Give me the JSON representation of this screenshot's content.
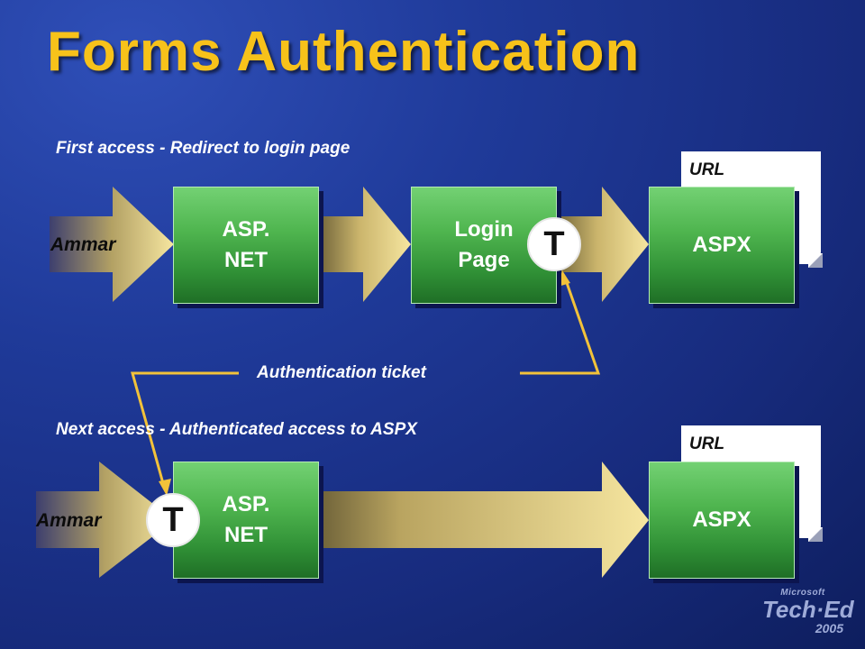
{
  "title": "Forms Authentication",
  "first_access": {
    "caption": "First access - Redirect to login page",
    "person": "Ammar",
    "aspnet_lines": [
      "ASP.",
      "NET"
    ],
    "login_lines": [
      "Login",
      "Page"
    ],
    "aspx": "ASPX",
    "doc_label": "URL",
    "ticket_badge": "T"
  },
  "ticket_caption": "Authentication ticket",
  "next_access": {
    "caption": "Next access - Authenticated access to ASPX",
    "person": "Ammar",
    "aspnet_lines": [
      "ASP.",
      "NET"
    ],
    "aspx": "ASPX",
    "doc_label": "URL",
    "ticket_badge": "T"
  },
  "logo": {
    "line1": "Microsoft",
    "line2": "Tech·Ed",
    "line3": "2005"
  },
  "colors": {
    "title": "#f7c21a",
    "box_green": "#4fb54f",
    "connector": "#f2c23a",
    "arrow_light": "#f3e29a",
    "background": "#1f3a99"
  }
}
